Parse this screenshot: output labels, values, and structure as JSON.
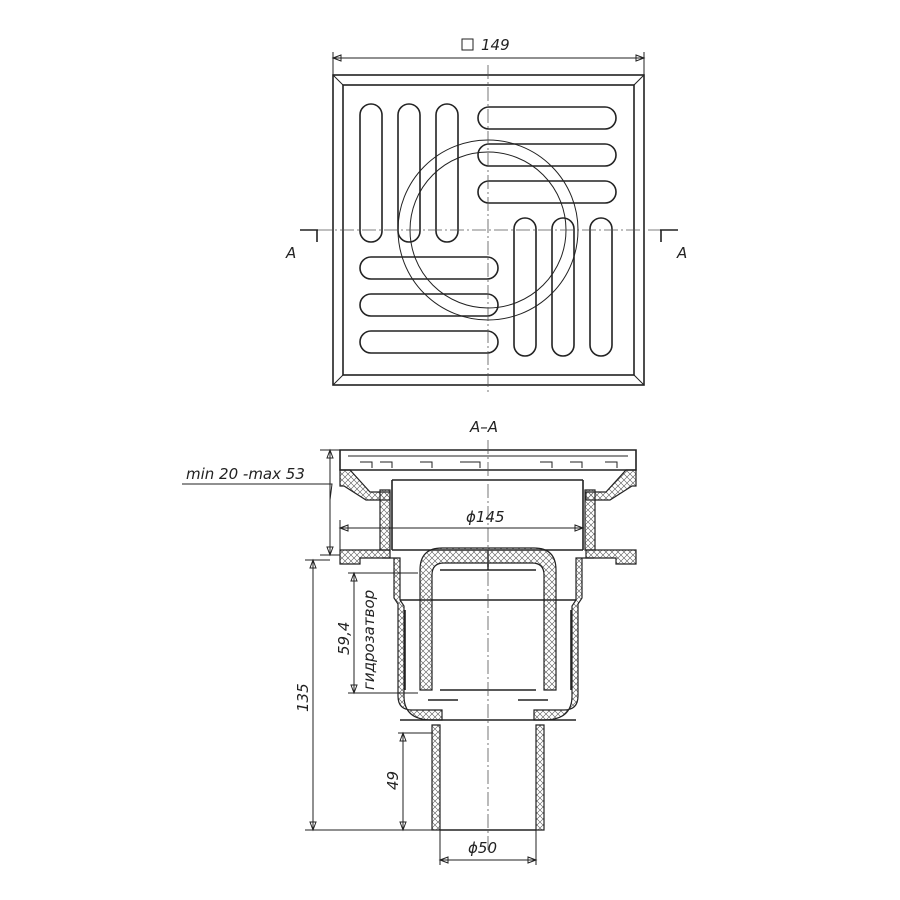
{
  "top_view": {
    "size_label": "149",
    "section_left": "A",
    "section_right": "A"
  },
  "section_view": {
    "title": "A–A",
    "range_label": "min 20 -max 53",
    "diameter_top": "ϕ145",
    "trap_depth": "59,4",
    "trap_label": "гидрозатвор",
    "height_total": "135",
    "outlet_height": "49",
    "diameter_outlet": "ϕ50"
  }
}
